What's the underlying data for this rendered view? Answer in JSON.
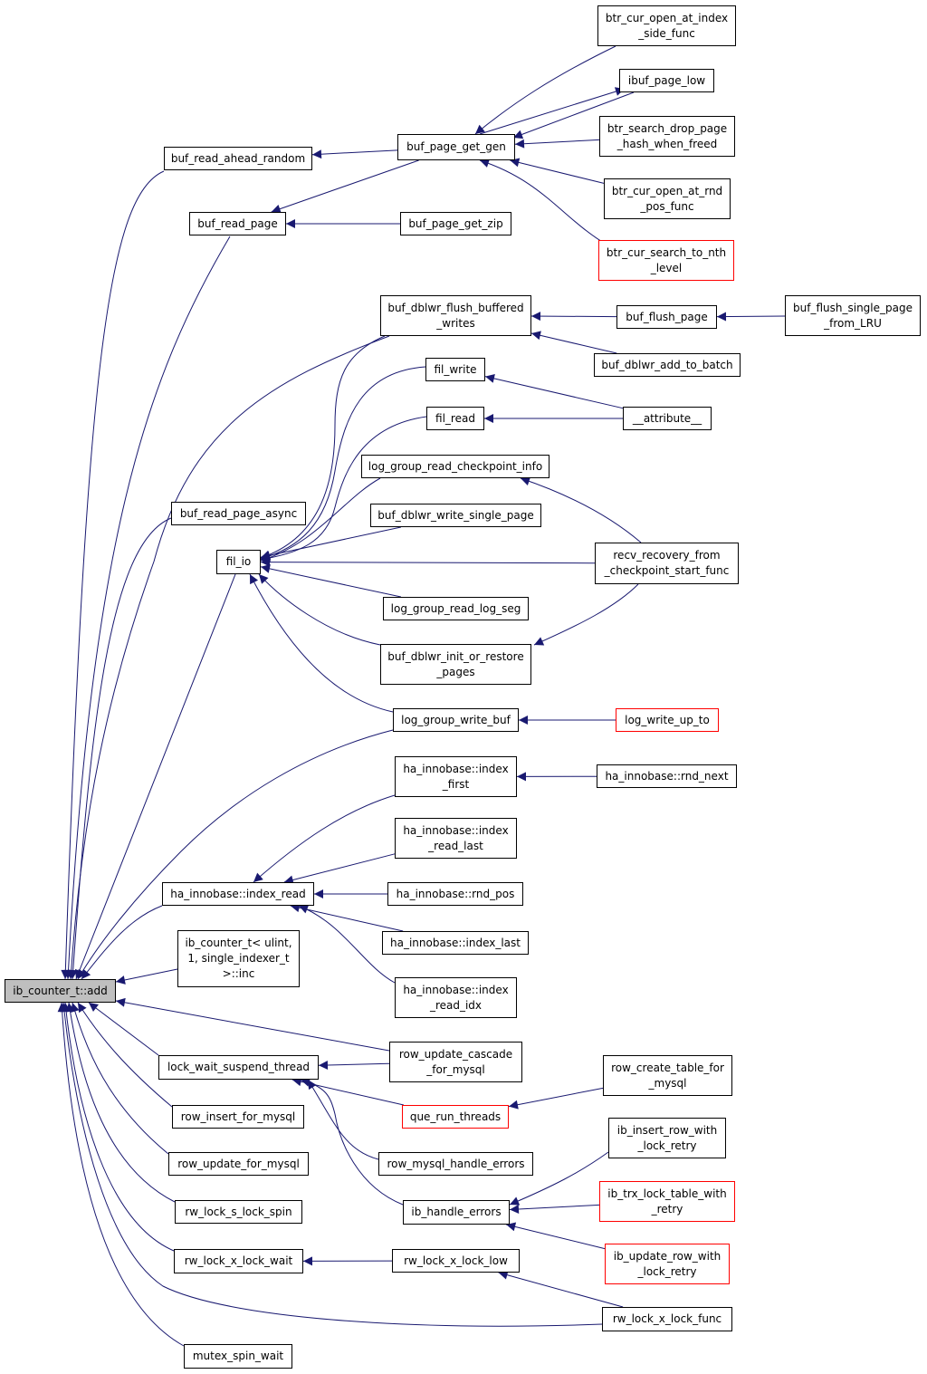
{
  "colors": {
    "edge": "#191970",
    "border": "#000000",
    "border_truncated": "#ff0000",
    "root_fill": "#bfbfbf"
  },
  "nodes": [
    {
      "id": "root",
      "lines": [
        "ib_counter_t::add"
      ],
      "kind": "root"
    },
    {
      "id": "buf_read_ahead_random",
      "lines": [
        "buf_read_ahead_random"
      ]
    },
    {
      "id": "buf_read_page",
      "lines": [
        "buf_read_page"
      ]
    },
    {
      "id": "buf_page_get_gen",
      "lines": [
        "buf_page_get_gen"
      ]
    },
    {
      "id": "buf_page_get_zip",
      "lines": [
        "buf_page_get_zip"
      ]
    },
    {
      "id": "btr_cur_open_at_index_side_func",
      "lines": [
        "btr_cur_open_at_index",
        "_side_func"
      ]
    },
    {
      "id": "ibuf_page_low",
      "lines": [
        "ibuf_page_low"
      ]
    },
    {
      "id": "btr_search_drop_page_hash_when_freed",
      "lines": [
        "btr_search_drop_page",
        "_hash_when_freed"
      ]
    },
    {
      "id": "btr_cur_open_at_rnd_pos_func",
      "lines": [
        "btr_cur_open_at_rnd",
        "_pos_func"
      ]
    },
    {
      "id": "btr_cur_search_to_nth_level",
      "lines": [
        "btr_cur_search_to_nth",
        "_level"
      ],
      "kind": "truncated"
    },
    {
      "id": "buf_dblwr_flush_buffered_writes",
      "lines": [
        "buf_dblwr_flush_buffered",
        "_writes"
      ]
    },
    {
      "id": "buf_flush_page",
      "lines": [
        "buf_flush_page"
      ]
    },
    {
      "id": "buf_flush_single_page_from_LRU",
      "lines": [
        "buf_flush_single_page",
        "_from_LRU"
      ]
    },
    {
      "id": "buf_dblwr_add_to_batch",
      "lines": [
        "buf_dblwr_add_to_batch"
      ]
    },
    {
      "id": "fil_write",
      "lines": [
        "fil_write"
      ]
    },
    {
      "id": "fil_read",
      "lines": [
        "fil_read"
      ]
    },
    {
      "id": "attribute",
      "lines": [
        "__attribute__"
      ]
    },
    {
      "id": "log_group_read_checkpoint_info",
      "lines": [
        "log_group_read_checkpoint_info"
      ]
    },
    {
      "id": "buf_read_page_async",
      "lines": [
        "buf_read_page_async"
      ]
    },
    {
      "id": "buf_dblwr_write_single_page",
      "lines": [
        "buf_dblwr_write_single_page"
      ]
    },
    {
      "id": "fil_io",
      "lines": [
        "fil_io"
      ]
    },
    {
      "id": "recv_recovery_from_checkpoint_start_func",
      "lines": [
        "recv_recovery_from",
        "_checkpoint_start_func"
      ]
    },
    {
      "id": "log_group_read_log_seg",
      "lines": [
        "log_group_read_log_seg"
      ]
    },
    {
      "id": "buf_dblwr_init_or_restore_pages",
      "lines": [
        "buf_dblwr_init_or_restore",
        "_pages"
      ]
    },
    {
      "id": "log_group_write_buf",
      "lines": [
        "log_group_write_buf"
      ]
    },
    {
      "id": "log_write_up_to",
      "lines": [
        "log_write_up_to"
      ],
      "kind": "truncated"
    },
    {
      "id": "ha_innobase_index_first",
      "lines": [
        "ha_innobase::index",
        "_first"
      ]
    },
    {
      "id": "ha_innobase_rnd_next",
      "lines": [
        "ha_innobase::rnd_next"
      ]
    },
    {
      "id": "ha_innobase_index_read_last",
      "lines": [
        "ha_innobase::index",
        "_read_last"
      ]
    },
    {
      "id": "ha_innobase_index_read",
      "lines": [
        "ha_innobase::index_read"
      ]
    },
    {
      "id": "ha_innobase_rnd_pos",
      "lines": [
        "ha_innobase::rnd_pos"
      ]
    },
    {
      "id": "ha_innobase_index_last",
      "lines": [
        "ha_innobase::index_last"
      ]
    },
    {
      "id": "ib_counter_inc",
      "lines": [
        "ib_counter_t< ulint,",
        "1, single_indexer_t",
        ">::inc"
      ]
    },
    {
      "id": "ha_innobase_index_read_idx",
      "lines": [
        "ha_innobase::index",
        "_read_idx"
      ]
    },
    {
      "id": "row_update_cascade_for_mysql",
      "lines": [
        "row_update_cascade",
        "_for_mysql"
      ]
    },
    {
      "id": "lock_wait_suspend_thread",
      "lines": [
        "lock_wait_suspend_thread"
      ]
    },
    {
      "id": "row_create_table_for_mysql",
      "lines": [
        "row_create_table_for",
        "_mysql"
      ]
    },
    {
      "id": "que_run_threads",
      "lines": [
        "que_run_threads"
      ],
      "kind": "truncated"
    },
    {
      "id": "row_insert_for_mysql",
      "lines": [
        "row_insert_for_mysql"
      ]
    },
    {
      "id": "ib_insert_row_with_lock_retry",
      "lines": [
        "ib_insert_row_with",
        "_lock_retry"
      ]
    },
    {
      "id": "row_update_for_mysql",
      "lines": [
        "row_update_for_mysql"
      ]
    },
    {
      "id": "row_mysql_handle_errors",
      "lines": [
        "row_mysql_handle_errors"
      ]
    },
    {
      "id": "ib_trx_lock_table_with_retry",
      "lines": [
        "ib_trx_lock_table_with",
        "_retry"
      ],
      "kind": "truncated"
    },
    {
      "id": "rw_lock_s_lock_spin",
      "lines": [
        "rw_lock_s_lock_spin"
      ]
    },
    {
      "id": "ib_handle_errors",
      "lines": [
        "ib_handle_errors"
      ]
    },
    {
      "id": "ib_update_row_with_lock_retry",
      "lines": [
        "ib_update_row_with",
        "_lock_retry"
      ],
      "kind": "truncated"
    },
    {
      "id": "rw_lock_x_lock_wait",
      "lines": [
        "rw_lock_x_lock_wait"
      ]
    },
    {
      "id": "rw_lock_x_lock_low",
      "lines": [
        "rw_lock_x_lock_low"
      ]
    },
    {
      "id": "rw_lock_x_lock_func",
      "lines": [
        "rw_lock_x_lock_func"
      ]
    },
    {
      "id": "mutex_spin_wait",
      "lines": [
        "mutex_spin_wait"
      ]
    }
  ],
  "edges": [
    [
      "buf_read_ahead_random",
      "root"
    ],
    [
      "buf_read_page",
      "root"
    ],
    [
      "buf_dblwr_flush_buffered_writes",
      "root"
    ],
    [
      "buf_read_page_async",
      "root"
    ],
    [
      "fil_io",
      "root"
    ],
    [
      "log_group_write_buf",
      "root"
    ],
    [
      "ha_innobase_index_read",
      "root"
    ],
    [
      "ib_counter_inc",
      "root"
    ],
    [
      "row_update_cascade_for_mysql",
      "root"
    ],
    [
      "lock_wait_suspend_thread",
      "root"
    ],
    [
      "row_insert_for_mysql",
      "root"
    ],
    [
      "row_update_for_mysql",
      "root"
    ],
    [
      "rw_lock_s_lock_spin",
      "root"
    ],
    [
      "rw_lock_x_lock_wait",
      "root"
    ],
    [
      "rw_lock_x_lock_func",
      "root"
    ],
    [
      "mutex_spin_wait",
      "root"
    ],
    [
      "buf_page_get_gen",
      "buf_read_ahead_random"
    ],
    [
      "buf_page_get_gen",
      "buf_read_page"
    ],
    [
      "buf_page_get_zip",
      "buf_read_page"
    ],
    [
      "btr_cur_open_at_index_side_func",
      "buf_page_get_gen"
    ],
    [
      "ibuf_page_low",
      "buf_page_get_gen"
    ],
    [
      "btr_search_drop_page_hash_when_freed",
      "buf_page_get_gen"
    ],
    [
      "btr_cur_open_at_rnd_pos_func",
      "buf_page_get_gen"
    ],
    [
      "btr_cur_search_to_nth_level",
      "buf_page_get_gen"
    ],
    [
      "buf_page_get_gen",
      "ibuf_page_low"
    ],
    [
      "buf_flush_page",
      "buf_dblwr_flush_buffered_writes"
    ],
    [
      "buf_dblwr_add_to_batch",
      "buf_dblwr_flush_buffered_writes"
    ],
    [
      "buf_flush_single_page_from_LRU",
      "buf_flush_page"
    ],
    [
      "attribute",
      "fil_write"
    ],
    [
      "attribute",
      "fil_read"
    ],
    [
      "recv_recovery_from_checkpoint_start_func",
      "log_group_read_checkpoint_info"
    ],
    [
      "recv_recovery_from_checkpoint_start_func",
      "buf_dblwr_init_or_restore_pages"
    ],
    [
      "buf_dblwr_flush_buffered_writes",
      "fil_io"
    ],
    [
      "fil_write",
      "fil_io"
    ],
    [
      "fil_read",
      "fil_io"
    ],
    [
      "log_group_read_checkpoint_info",
      "fil_io"
    ],
    [
      "buf_dblwr_write_single_page",
      "fil_io"
    ],
    [
      "recv_recovery_from_checkpoint_start_func",
      "fil_io"
    ],
    [
      "log_group_read_log_seg",
      "fil_io"
    ],
    [
      "buf_dblwr_init_or_restore_pages",
      "fil_io"
    ],
    [
      "log_group_write_buf",
      "fil_io"
    ],
    [
      "log_write_up_to",
      "log_group_write_buf"
    ],
    [
      "ha_innobase_rnd_next",
      "ha_innobase_index_first"
    ],
    [
      "ha_innobase_index_first",
      "ha_innobase_index_read"
    ],
    [
      "ha_innobase_index_read_last",
      "ha_innobase_index_read"
    ],
    [
      "ha_innobase_rnd_pos",
      "ha_innobase_index_read"
    ],
    [
      "ha_innobase_index_last",
      "ha_innobase_index_read"
    ],
    [
      "ha_innobase_index_read_idx",
      "ha_innobase_index_read"
    ],
    [
      "row_update_cascade_for_mysql",
      "lock_wait_suspend_thread"
    ],
    [
      "que_run_threads",
      "lock_wait_suspend_thread"
    ],
    [
      "row_mysql_handle_errors",
      "lock_wait_suspend_thread"
    ],
    [
      "ib_handle_errors",
      "lock_wait_suspend_thread"
    ],
    [
      "row_create_table_for_mysql",
      "que_run_threads"
    ],
    [
      "ib_insert_row_with_lock_retry",
      "ib_handle_errors"
    ],
    [
      "ib_trx_lock_table_with_retry",
      "ib_handle_errors"
    ],
    [
      "ib_update_row_with_lock_retry",
      "ib_handle_errors"
    ],
    [
      "rw_lock_x_lock_low",
      "rw_lock_x_lock_wait"
    ],
    [
      "rw_lock_x_lock_func",
      "rw_lock_x_lock_low"
    ]
  ]
}
